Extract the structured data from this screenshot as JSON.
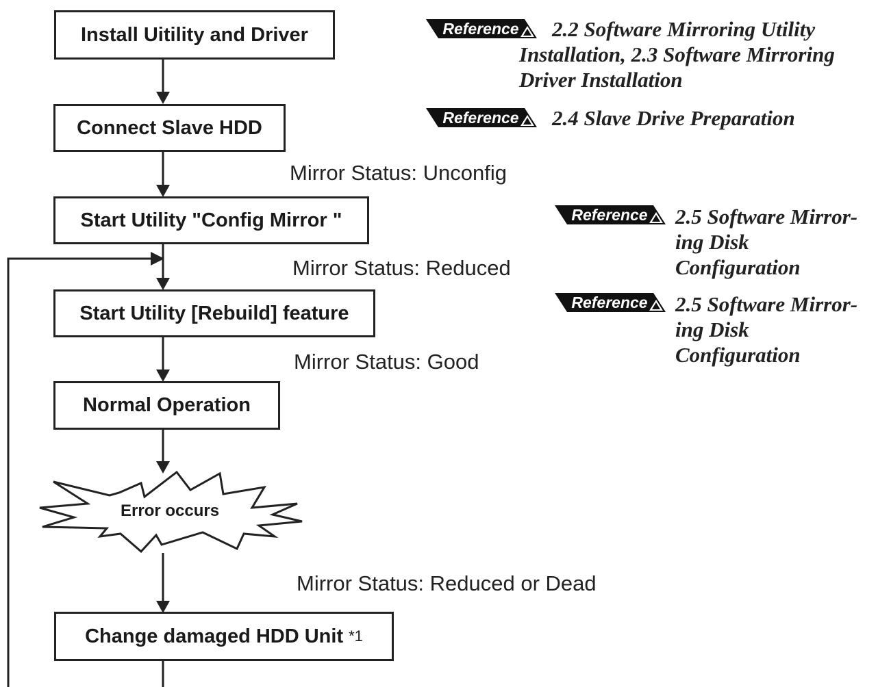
{
  "flow": {
    "step1": "Install Uitility and Driver",
    "step2": "Connect Slave HDD",
    "step3": "Start Utility \"Config Mirror \"",
    "step4": "Start Utility [Rebuild] feature",
    "step5": "Normal Operation",
    "error": "Error occurs",
    "step6": "Change damaged HDD Unit",
    "step6_note": "*1"
  },
  "statuses": {
    "after_step2": "Mirror Status: Unconfig",
    "after_step3": "Mirror Status: Reduced",
    "after_step4": "Mirror Status: Good",
    "after_error": "Mirror Status: Reduced or Dead"
  },
  "references": {
    "badge_label": "Reference",
    "ref1_line1": "2.2 Software Mirroring Utility",
    "ref1_line2": "Installation, 2.3 Software Mirroring",
    "ref1_line3": "Driver Installation",
    "ref2": "2.4 Slave Drive Preparation",
    "ref3_line1": "2.5 Software Mirror-",
    "ref3_line2": "ing Disk Configuration",
    "ref4_line1": "2.5 Software Mirror-",
    "ref4_line2": "ing Disk Configuration"
  }
}
